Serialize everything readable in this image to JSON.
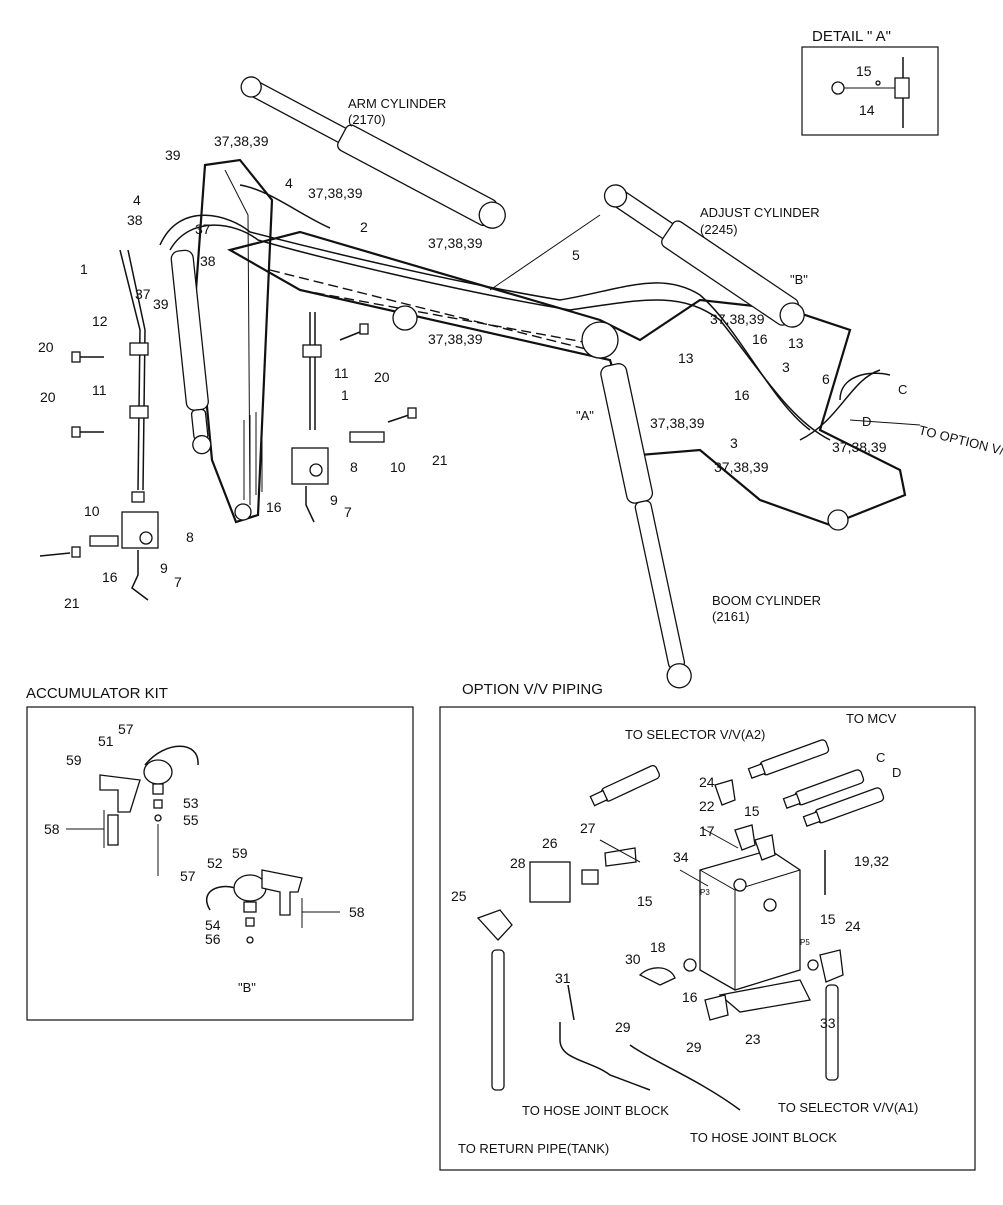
{
  "titles": {
    "detail_a": "DETAIL  \" A\"",
    "accumulator_kit": "ACCUMULATOR KIT",
    "option_piping": "OPTION V/V PIPING"
  },
  "cylinders": {
    "arm": "ARM CYLINDER",
    "arm_code": "(2170)",
    "adjust": "ADJUST CYLINDER",
    "adjust_code": "(2245)",
    "boom": "BOOM CYLINDER",
    "boom_code": "(2161)"
  },
  "annotations": {
    "to_option_vv": "TO OPTION V/V",
    "to_selector_a2": "TO SELECTOR V/V(A2)",
    "to_mcv": "TO MCV",
    "to_selector_a1": "TO SELECTOR V/V(A1)",
    "to_hose_joint_1": "TO HOSE JOINT BLOCK",
    "to_hose_joint_2": "TO HOSE JOINT BLOCK",
    "to_return": "TO RETURN PIPE(TANK)",
    "letter_c": "C",
    "letter_d": "D",
    "quote_b": "\"B\"",
    "quote_a": "\"A\"",
    "quote_b_acc": "\"B\"",
    "c_vv": "C",
    "d_vv": "D",
    "p3": "P3",
    "p5": "P5"
  },
  "callouts": {
    "detail_15": "15",
    "detail_14": "14",
    "n37_top": "37,38,39",
    "n39_top": "39",
    "n4_a": "4",
    "n37_b": "37,38,39",
    "n4_b": "4",
    "n38_a": "38",
    "n37_c": "37",
    "n38_b": "38",
    "n1_a": "1",
    "n37_d": "37",
    "n39_d": "39",
    "n2": "2",
    "n37_e": "37,38,39",
    "n5": "5",
    "n12": "12",
    "n20_a": "20",
    "n11_a": "11",
    "n20_b": "20",
    "n11_b": "11",
    "n20_c": "20",
    "n1_b": "1",
    "n37_f": "37,38,39",
    "n37_g": "37,38,39",
    "n16_a": "16",
    "n13_a": "13",
    "n3_a": "3",
    "n6": "6",
    "n13_b": "13",
    "n16_b": "16",
    "n37_h": "37,38,39",
    "n3_b": "3",
    "n37_i": "37,38,39",
    "n37_j": "37,38,39",
    "n21_a": "21",
    "n10_a": "10",
    "n8_a": "8",
    "n16_c": "16",
    "n9_a": "9",
    "n7_a": "7",
    "n10_b": "10",
    "n8_b": "8",
    "n16_d": "16",
    "n9_b": "9",
    "n7_b": "7",
    "n21_b": "21",
    "acc_57a": "57",
    "acc_51": "51",
    "acc_59a": "59",
    "acc_53": "53",
    "acc_55": "55",
    "acc_58a": "58",
    "acc_52": "52",
    "acc_59b": "59",
    "acc_57b": "57",
    "acc_54": "54",
    "acc_56": "56",
    "acc_58b": "58",
    "vv_24a": "24",
    "vv_15a": "15",
    "vv_22": "22",
    "vv_17": "17",
    "vv_27": "27",
    "vv_26": "26",
    "vv_34": "34",
    "vv_28": "28",
    "vv_19": "19,32",
    "vv_25": "25",
    "vv_15b": "15",
    "vv_15c": "15",
    "vv_24b": "24",
    "vv_18": "18",
    "vv_30": "30",
    "vv_31": "31",
    "vv_16": "16",
    "vv_29a": "29",
    "vv_23": "23",
    "vv_33": "33",
    "vv_29b": "29"
  }
}
